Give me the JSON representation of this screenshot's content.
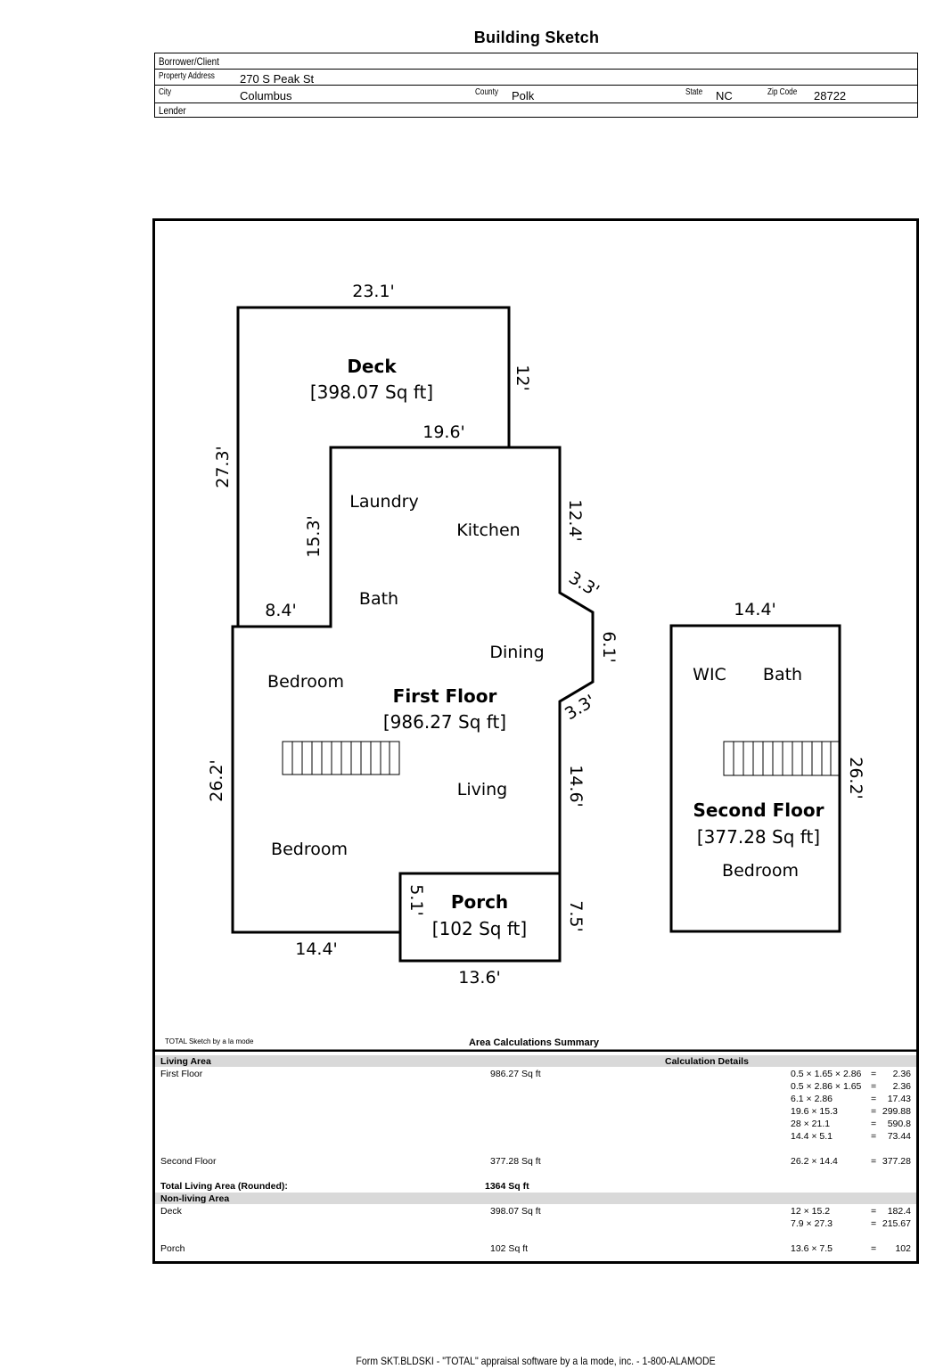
{
  "header": {
    "title": "Building Sketch",
    "borrower_label": "Borrower/Client",
    "borrower_value": "",
    "property_label": "Property Address",
    "property_value": "270 S Peak St",
    "city_label": "City",
    "city_value": "Columbus",
    "county_label": "County",
    "county_value": "Polk",
    "state_label": "State",
    "state_value": "NC",
    "zip_label": "Zip Code",
    "zip_value": "28722",
    "lender_label": "Lender",
    "lender_value": ""
  },
  "sketch": {
    "dimensions": {
      "deck_top": "23.1'",
      "deck_right": "12'",
      "deck_inner": "19.6'",
      "deck_left": "27.3'",
      "laundry_left": "15.3'",
      "bath_ledge": "8.4'",
      "kitchen_right": "12.4'",
      "bay_upper": "3.3'",
      "bay_right": "6.1'",
      "bay_lower": "3.3'",
      "living_right": "14.6'",
      "first_left": "26.2'",
      "first_bottom": "14.4'",
      "porch_left": "5.1'",
      "porch_right": "7.5'",
      "porch_bottom": "13.6'",
      "second_top": "14.4'",
      "second_right": "26.2'"
    },
    "areas": {
      "deck_name": "Deck",
      "deck_size": "[398.07 Sq ft]",
      "first_name": "First Floor",
      "first_size": "[986.27 Sq ft]",
      "porch_name": "Porch",
      "porch_size": "[102 Sq ft]",
      "second_name": "Second Floor",
      "second_size": "[377.28 Sq ft]"
    },
    "rooms": {
      "laundry": "Laundry",
      "kitchen": "Kitchen",
      "bath1": "Bath",
      "dining": "Dining",
      "bedroom1": "Bedroom",
      "living": "Living",
      "bedroom2": "Bedroom",
      "wic": "WIC",
      "bath2": "Bath",
      "bedroom3": "Bedroom"
    }
  },
  "summary": {
    "software_note": "TOTAL Sketch by a la mode",
    "title": "Area Calculations Summary",
    "living_header": "Living Area",
    "details_header": "Calculation Details",
    "first_floor": {
      "label": "First Floor",
      "area": "986.27 Sq ft",
      "calcs": [
        {
          "expr": "0.5 × 1.65 × 2.86",
          "eq": "=",
          "val": "2.36"
        },
        {
          "expr": "0.5 × 2.86 × 1.65",
          "eq": "=",
          "val": "2.36"
        },
        {
          "expr": "6.1 × 2.86",
          "eq": "=",
          "val": "17.43"
        },
        {
          "expr": "19.6 × 15.3",
          "eq": "=",
          "val": "299.88"
        },
        {
          "expr": "28 × 21.1",
          "eq": "=",
          "val": "590.8"
        },
        {
          "expr": "14.4 × 5.1",
          "eq": "=",
          "val": "73.44"
        }
      ]
    },
    "second_floor": {
      "label": "Second Floor",
      "area": "377.28 Sq ft",
      "calcs": [
        {
          "expr": "26.2 × 14.4",
          "eq": "=",
          "val": "377.28"
        }
      ]
    },
    "total_label": "Total Living Area (Rounded):",
    "total_value": "1364 Sq ft",
    "nonliving_header": "Non-living Area",
    "deck": {
      "label": "Deck",
      "area": "398.07 Sq ft",
      "calcs": [
        {
          "expr": "12 × 15.2",
          "eq": "=",
          "val": "182.4"
        },
        {
          "expr": "7.9 × 27.3",
          "eq": "=",
          "val": "215.67"
        }
      ]
    },
    "porch": {
      "label": "Porch",
      "area": "102 Sq ft",
      "calcs": [
        {
          "expr": "13.6 × 7.5",
          "eq": "=",
          "val": "102"
        }
      ]
    }
  },
  "footer": "Form SKT.BLDSKI - \"TOTAL\" appraisal software by a la mode, inc. - 1-800-ALAMODE"
}
